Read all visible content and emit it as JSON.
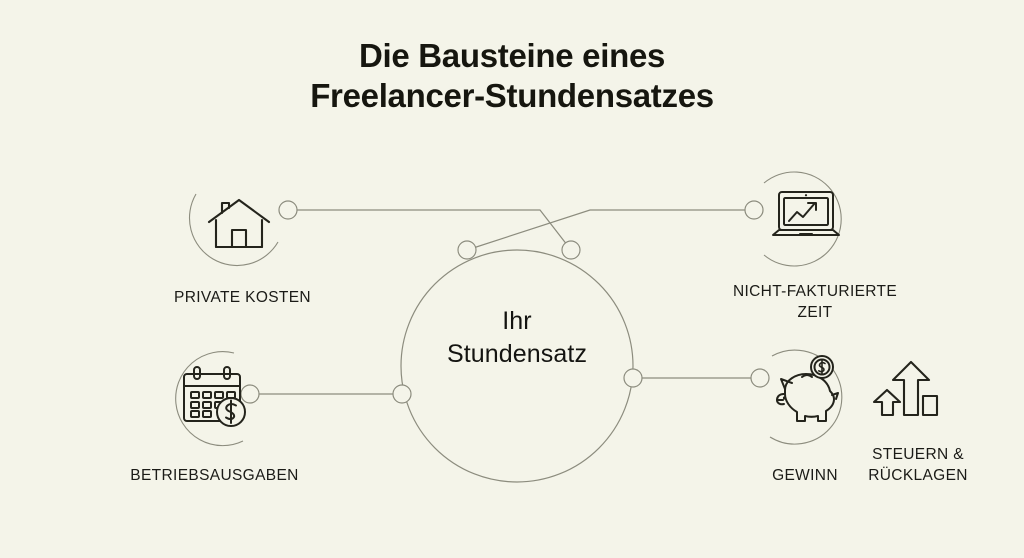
{
  "theme": {
    "background": "#f4f4e9",
    "text": "#16160f",
    "line": "#8c8c7e",
    "icon": "#24241c"
  },
  "header": {
    "title_line_1": "Die Bausteine eines",
    "title_line_2": "Freelancer-Stundensatzes"
  },
  "center": {
    "label_line_1": "Ihr",
    "label_line_2": "Stundensatz"
  },
  "nodes": [
    {
      "id": "private-kosten",
      "icon": "house-icon",
      "label_line_1": "PRIVATE KOSTEN",
      "label_line_2": "",
      "position": "top-left"
    },
    {
      "id": "betriebsausgaben",
      "icon": "calendar-dollar-icon",
      "label_line_1": "BETRIEBSAUSGABEN",
      "label_line_2": "",
      "position": "bottom-left"
    },
    {
      "id": "nicht-fakturierte-zeit",
      "icon": "laptop-chart-icon",
      "label_line_1": "NICHT-FAKTURIERTE",
      "label_line_2": "ZEIT",
      "position": "top-right"
    },
    {
      "id": "gewinn",
      "icon": "piggy-bank-icon",
      "label_line_1": "GEWINN",
      "label_line_2": "",
      "position": "bottom-right"
    },
    {
      "id": "steuern-ruecklagen",
      "icon": "growth-arrows-icon",
      "label_line_1": "STEUERN &",
      "label_line_2": "RÜCKLAGEN",
      "position": "bottom-right-outer"
    }
  ]
}
